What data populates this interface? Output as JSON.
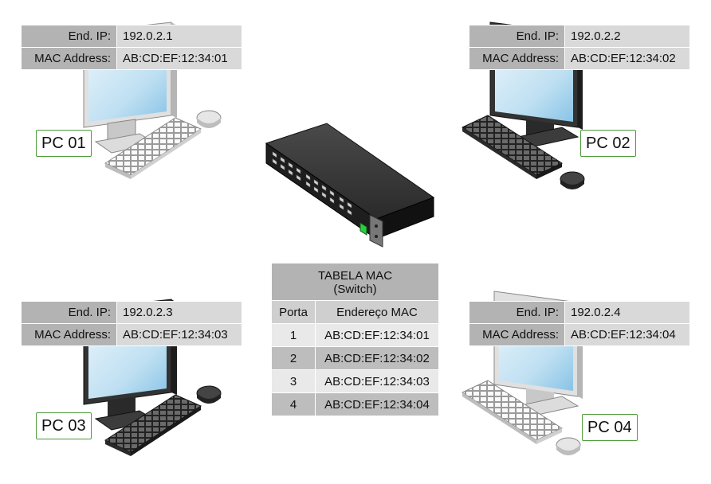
{
  "labels": {
    "ip_key": "End. IP:",
    "mac_key": "MAC Address:"
  },
  "pcs": [
    {
      "name": "PC 01",
      "ip": "192.0.2.1",
      "mac": "AB:CD:EF:12:34:01"
    },
    {
      "name": "PC 02",
      "ip": "192.0.2.2",
      "mac": "AB:CD:EF:12:34:02"
    },
    {
      "name": "PC 03",
      "ip": "192.0.2.3",
      "mac": "AB:CD:EF:12:34:03"
    },
    {
      "name": "PC 04",
      "ip": "192.0.2.4",
      "mac": "AB:CD:EF:12:34:04"
    }
  ],
  "mac_table": {
    "title": "TABELA MAC",
    "subtitle": "(Switch)",
    "headers": [
      "Porta",
      "Endereço MAC"
    ],
    "rows": [
      {
        "port": "1",
        "mac": "AB:CD:EF:12:34:01"
      },
      {
        "port": "2",
        "mac": "AB:CD:EF:12:34:02"
      },
      {
        "port": "3",
        "mac": "AB:CD:EF:12:34:03"
      },
      {
        "port": "4",
        "mac": "AB:CD:EF:12:34:04"
      }
    ]
  },
  "colors": {
    "label_border": "#4f9a3c",
    "switch_led": "#2ecc40"
  }
}
